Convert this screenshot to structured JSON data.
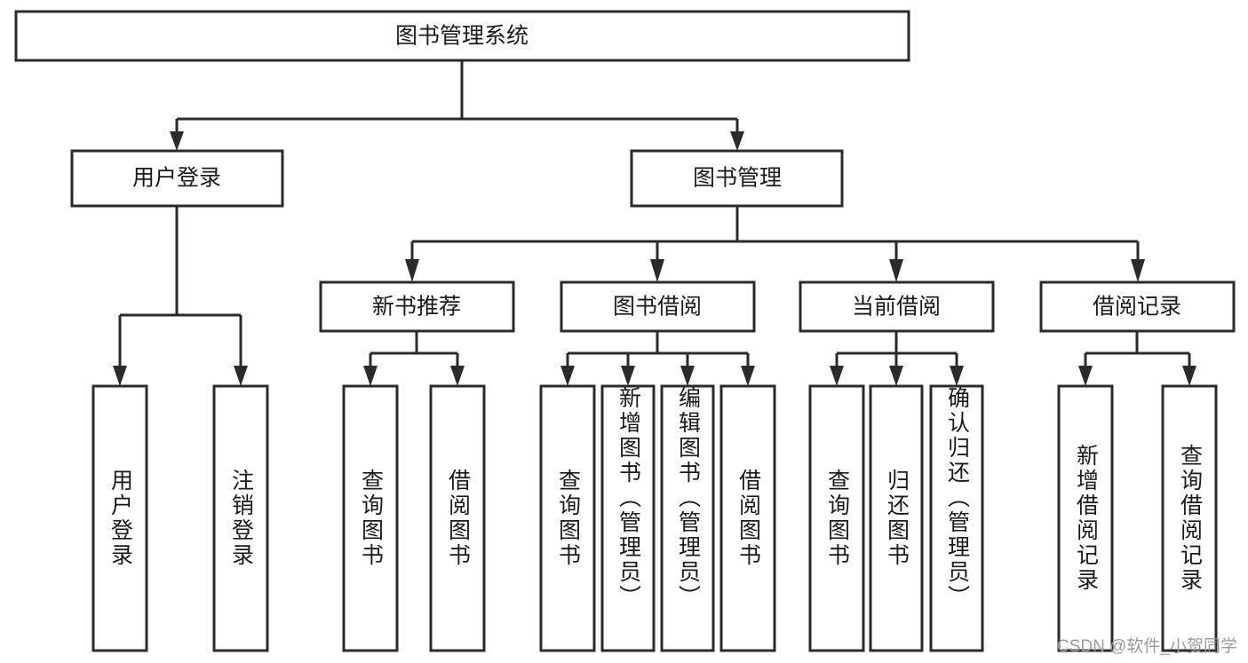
{
  "diagram": {
    "type": "tree-hierarchy",
    "title": "图书管理系统",
    "watermark": "CSDN @软件_小贺同学",
    "colors": {
      "box_stroke": "#2b2b2b",
      "box_fill": "#ffffff",
      "text": "#1a1a1a",
      "background": "#ffffff",
      "watermark": "#9b9b9b"
    },
    "root": {
      "label": "图书管理系统"
    },
    "level2": [
      {
        "id": "user-login",
        "label": "用户登录"
      },
      {
        "id": "book-manage",
        "label": "图书管理"
      }
    ],
    "level3": [
      {
        "id": "new-book-recommend",
        "label": "新书推荐",
        "parent": "book-manage"
      },
      {
        "id": "book-borrow",
        "label": "图书借阅",
        "parent": "book-manage"
      },
      {
        "id": "current-borrow",
        "label": "当前借阅",
        "parent": "book-manage"
      },
      {
        "id": "borrow-record",
        "label": "借阅记录",
        "parent": "book-manage"
      }
    ],
    "leaves": {
      "user-login": [
        {
          "id": "leaf-user-login",
          "label": "用户登录"
        },
        {
          "id": "leaf-user-logout",
          "label": "注销登录"
        }
      ],
      "new-book-recommend": [
        {
          "id": "leaf-query-book-1",
          "label": "查询图书"
        },
        {
          "id": "leaf-borrow-book-1",
          "label": "借阅图书"
        }
      ],
      "book-borrow": [
        {
          "id": "leaf-query-book-2",
          "label": "查询图书"
        },
        {
          "id": "leaf-add-book",
          "label": "新增图书（管理员）"
        },
        {
          "id": "leaf-edit-book",
          "label": "编辑图书（管理员）"
        },
        {
          "id": "leaf-borrow-book-2",
          "label": "借阅图书"
        }
      ],
      "current-borrow": [
        {
          "id": "leaf-query-book-3",
          "label": "查询图书"
        },
        {
          "id": "leaf-return-book",
          "label": "归还图书"
        },
        {
          "id": "leaf-confirm-return",
          "label": "确认归还（管理员）"
        }
      ],
      "borrow-record": [
        {
          "id": "leaf-add-record",
          "label": "新增借阅记录"
        },
        {
          "id": "leaf-query-record",
          "label": "查询借阅记录"
        }
      ]
    }
  }
}
